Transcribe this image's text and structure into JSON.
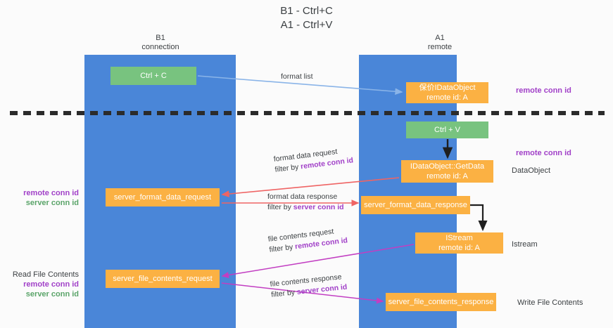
{
  "title": {
    "line1": "B1 - Ctrl+C",
    "line2": "A1 - Ctrl+V"
  },
  "columns": [
    {
      "name": "B1",
      "role": "connection"
    },
    {
      "name": "A1",
      "role": "remote"
    }
  ],
  "boxes": {
    "ctrl_c": {
      "label": "Ctrl + C",
      "color": "#78c37f"
    },
    "idataobject": {
      "line1": "保价IDataObject",
      "line2": "remote id: A",
      "color": "#fbb143"
    },
    "ctrl_v": {
      "label": "Ctrl + V",
      "color": "#78c37f"
    },
    "getdata": {
      "line1": "IDataObject::GetData",
      "line2": "remote id: A",
      "color": "#fbb143"
    },
    "server_format_data_request": {
      "label": "server_format_data_request",
      "color": "#fbb143"
    },
    "server_format_data_response": {
      "label": "server_format_data_response",
      "color": "#fbb143"
    },
    "istream": {
      "line1": "IStream",
      "line2": "remote id: A",
      "color": "#fbb143"
    },
    "server_file_contents_request": {
      "label": "server_file_contents_request",
      "color": "#fbb143"
    },
    "server_file_contents_response": {
      "label": "server_file_contents_response",
      "color": "#fbb143"
    }
  },
  "edge_labels": {
    "format_list": "format list",
    "format_data_request": {
      "line1": "format data request",
      "prefix": "filter by ",
      "key": "remote conn id"
    },
    "format_data_response": {
      "line1": "format data response",
      "prefix": "filter by ",
      "key": "server conn id"
    },
    "file_contents_request": {
      "line1": "file contents request",
      "prefix": "filter by ",
      "key": "remote conn id"
    },
    "file_contents_response": {
      "line1": "file contents response",
      "prefix": "filter by ",
      "key": "server conn id"
    }
  },
  "notes": {
    "right_remote_conn_id_top": "remote conn id",
    "right_remote_conn_id_mid": "remote conn id",
    "right_dataobject": "DataObject",
    "right_istream": "Istream",
    "right_write_file_contents": "Write File Contents",
    "left_read_file_contents": "Read File Contents",
    "left_remote_conn_id": "remote conn id",
    "left_server_conn_id": "server conn id"
  },
  "colors": {
    "lane": "#4a86d8",
    "green_box": "#78c37f",
    "orange_box": "#fbb143",
    "purple_text": "#a140c8",
    "green_text": "#5aa469",
    "arrow_blue": "#8ab4e8",
    "arrow_red": "#ef6464",
    "arrow_magenta": "#c23ec2",
    "arrow_black": "#1f1f1f",
    "divider": "#2b2b2b"
  }
}
